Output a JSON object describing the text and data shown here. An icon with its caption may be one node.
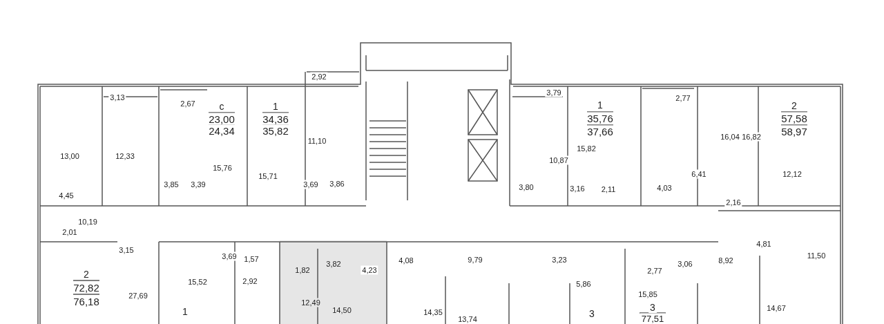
{
  "diagram": {
    "labels": [
      "2,92",
      "3,13",
      "2,67",
      "с",
      "23,00",
      "24,34",
      "1",
      "34,36",
      "35,82",
      "3,79",
      "1",
      "35,76",
      "37,66",
      "2,77",
      "2",
      "57,58",
      "58,97",
      "11,10",
      "16,04",
      "16,82",
      "15,82",
      "10,87",
      "13,00",
      "12,33",
      "15,76",
      "15,71",
      "3,85",
      "3,39",
      "3,69",
      "3,86",
      "3,80",
      "3,16",
      "2,11",
      "6,41",
      "12,12",
      "4,03",
      "4,45",
      "2,16",
      "10,19",
      "2,01",
      "3,15",
      "3,69",
      "1,57",
      "3,82",
      "4,23",
      "4,08",
      "9,79",
      "3,23",
      "4,81",
      "11,50",
      "1,82",
      "2",
      "72,82",
      "8,92",
      "3,06",
      "2,77",
      "15,52",
      "2,92",
      "5,86",
      "76,18",
      "27,69",
      "12,49",
      "14,50",
      "14,35",
      "15,85",
      "14,67",
      "1",
      "13,74",
      "3",
      "3",
      "77,51"
    ]
  }
}
